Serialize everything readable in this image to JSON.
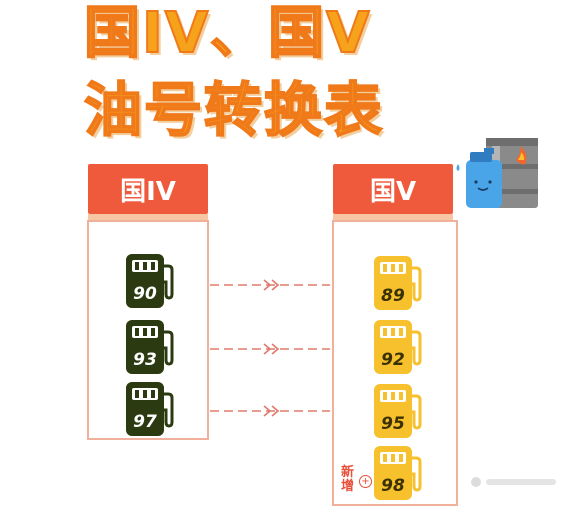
{
  "title": {
    "line1": "国IV、国V",
    "line2": "油号转换表"
  },
  "columns": {
    "left_header": "国IV",
    "right_header": "国V"
  },
  "left_grades": [
    "90",
    "93",
    "97"
  ],
  "right_grades": [
    "89",
    "92",
    "95",
    "98"
  ],
  "new_label": "新增",
  "colors": {
    "title_fill": "#f6a21a",
    "header_red": "#ef5a3c",
    "pump_dark": "#2b3a10",
    "pump_yellow": "#f6c12c",
    "arrow": "#e07a6a"
  },
  "icons": {
    "pump": "fuel-pump-icon",
    "fuel_illustration": "oil-barrel-and-jerrycan-icon",
    "arrow": "double-chevron-right-icon",
    "plus": "plus-circle-icon"
  }
}
